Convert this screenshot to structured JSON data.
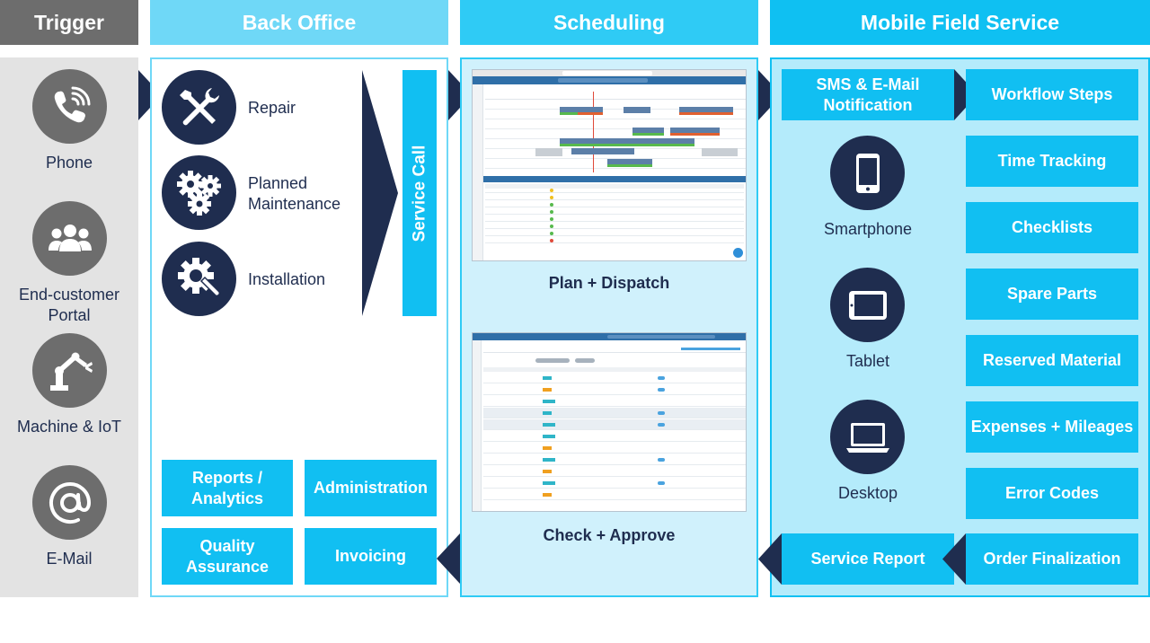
{
  "headers": {
    "trigger": "Trigger",
    "back_office": "Back Office",
    "scheduling": "Scheduling",
    "mobile_field_service": "Mobile Field Service"
  },
  "trigger": {
    "items": [
      {
        "label": "Phone",
        "icon": "phone-icon"
      },
      {
        "label": "End-customer Portal",
        "icon": "users-icon"
      },
      {
        "label": "Machine & IoT",
        "icon": "robot-arm-icon"
      },
      {
        "label": "E-Mail",
        "icon": "at-sign-icon"
      }
    ]
  },
  "back_office": {
    "services": [
      {
        "label": "Repair",
        "icon": "tools-icon"
      },
      {
        "label": "Planned Maintenance",
        "icon": "gears-icon"
      },
      {
        "label": "Installation",
        "icon": "gear-wrench-icon"
      }
    ],
    "service_call": "Service Call",
    "boxes": {
      "reports": "Reports / Analytics",
      "administration": "Administration",
      "quality": "Quality Assurance",
      "invoicing": "Invoicing"
    }
  },
  "scheduling": {
    "plan_caption": "Plan + Dispatch",
    "check_caption": "Check + Approve"
  },
  "mobile": {
    "notification": "SMS & E-Mail Notification",
    "devices": [
      {
        "label": "Smartphone",
        "icon": "smartphone-icon"
      },
      {
        "label": "Tablet",
        "icon": "tablet-icon"
      },
      {
        "label": "Desktop",
        "icon": "laptop-icon"
      }
    ],
    "service_report": "Service Report",
    "features": [
      "Workflow Steps",
      "Time Tracking",
      "Checklists",
      "Spare Parts",
      "Reserved Material",
      "Expenses + Mileages",
      "Error Codes",
      "Order Finalization"
    ]
  },
  "colors": {
    "navy": "#1f2d4f",
    "cyan": "#11bff2",
    "trigger_header": "#6d6d6d",
    "trigger_bg": "#e3e3e3",
    "circle_gray": "#6d6d6d",
    "back_office_header": "#6fd8f7",
    "scheduling_header": "#2fcbf5",
    "scheduling_bg": "#d0f1fc",
    "mobile_header": "#0fc0f2",
    "mobile_bg": "#b4ebfb"
  }
}
